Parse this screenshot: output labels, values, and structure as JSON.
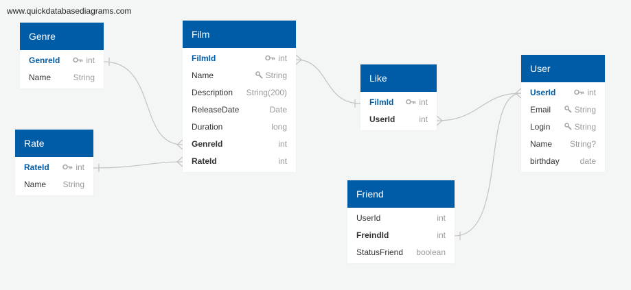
{
  "watermark": "www.quickdatabasediagrams.com",
  "colors": {
    "header": "#005ca6",
    "pk_text": "#005ca6",
    "type_text": "#9a9a9a",
    "link": "#c2c2c2"
  },
  "tables": {
    "genre": {
      "title": "Genre",
      "fields": [
        {
          "name": "GenreId",
          "type": "int",
          "icon": "key-icon"
        },
        {
          "name": "Name",
          "type": "String"
        }
      ]
    },
    "rate": {
      "title": "Rate",
      "fields": [
        {
          "name": "RateId",
          "type": "int",
          "icon": "key-icon"
        },
        {
          "name": "Name",
          "type": "String"
        }
      ]
    },
    "film": {
      "title": "Film",
      "fields": [
        {
          "name": "FilmId",
          "type": "int",
          "icon": "key-icon"
        },
        {
          "name": "Name",
          "type": "String",
          "icon": "wrench-icon"
        },
        {
          "name": "Description",
          "type": "String(200)"
        },
        {
          "name": "ReleaseDate",
          "type": "Date"
        },
        {
          "name": "Duration",
          "type": "long"
        },
        {
          "name": "GenreId",
          "type": "int"
        },
        {
          "name": "RateId",
          "type": "int"
        }
      ]
    },
    "like": {
      "title": "Like",
      "fields": [
        {
          "name": "FilmId",
          "type": "int",
          "icon": "key-icon"
        },
        {
          "name": "UserId",
          "type": "int"
        }
      ]
    },
    "user": {
      "title": "User",
      "fields": [
        {
          "name": "UserId",
          "type": "int",
          "icon": "key-icon"
        },
        {
          "name": "Email",
          "type": "String",
          "icon": "wrench-icon"
        },
        {
          "name": "Login",
          "type": "String",
          "icon": "wrench-icon"
        },
        {
          "name": "Name",
          "type": "String?"
        },
        {
          "name": "birthday",
          "type": "date"
        }
      ]
    },
    "friend": {
      "title": "Friend",
      "fields": [
        {
          "name": "UserId",
          "type": "int"
        },
        {
          "name": "FreindId",
          "type": "int"
        },
        {
          "name": "StatusFriend",
          "type": "boolean"
        }
      ]
    }
  }
}
